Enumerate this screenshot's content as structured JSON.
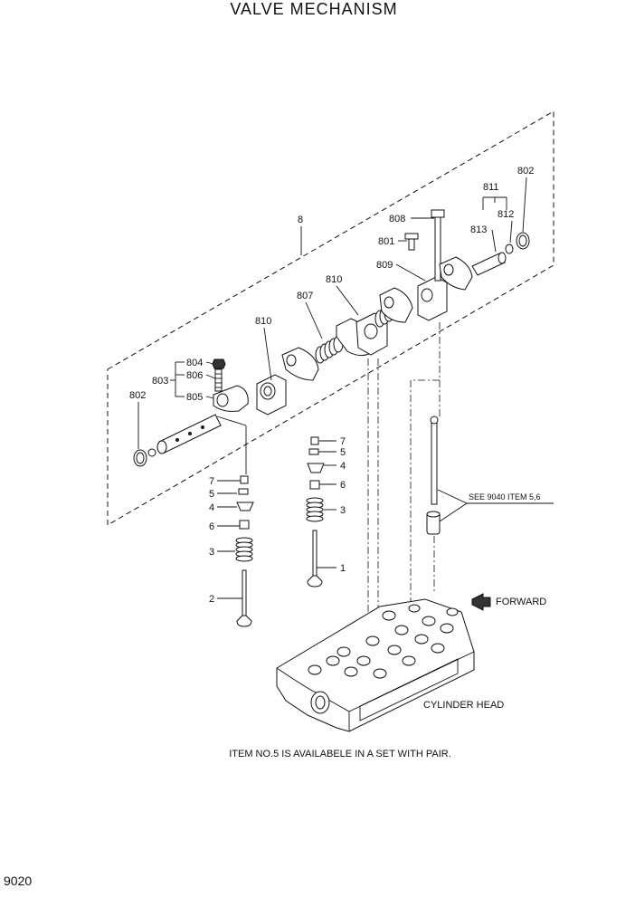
{
  "title": "VALVE MECHANISM",
  "note": "ITEM NO.5 IS AVAILABELE IN A SET WITH PAIR.",
  "page_number": "9020",
  "labels": {
    "forward": "FORWARD",
    "cylinder_head": "CYLINDER HEAD",
    "see_ref": "SEE 9040 ITEM 5,6"
  },
  "callouts": {
    "c8": "8",
    "c802_left": "802",
    "c802_right": "802",
    "c803": "803",
    "c804": "804",
    "c806": "806",
    "c805": "805",
    "c810_left": "810",
    "c810_mid": "810",
    "c807": "807",
    "c809": "809",
    "c801": "801",
    "c808": "808",
    "c811": "811",
    "c812": "812",
    "c813": "813",
    "left_7": "7",
    "left_5": "5",
    "left_4": "4",
    "left_6": "6",
    "left_3": "3",
    "left_2": "2",
    "mid_7": "7",
    "mid_5": "5",
    "mid_4": "4",
    "mid_6": "6",
    "mid_3": "3",
    "mid_1": "1"
  }
}
